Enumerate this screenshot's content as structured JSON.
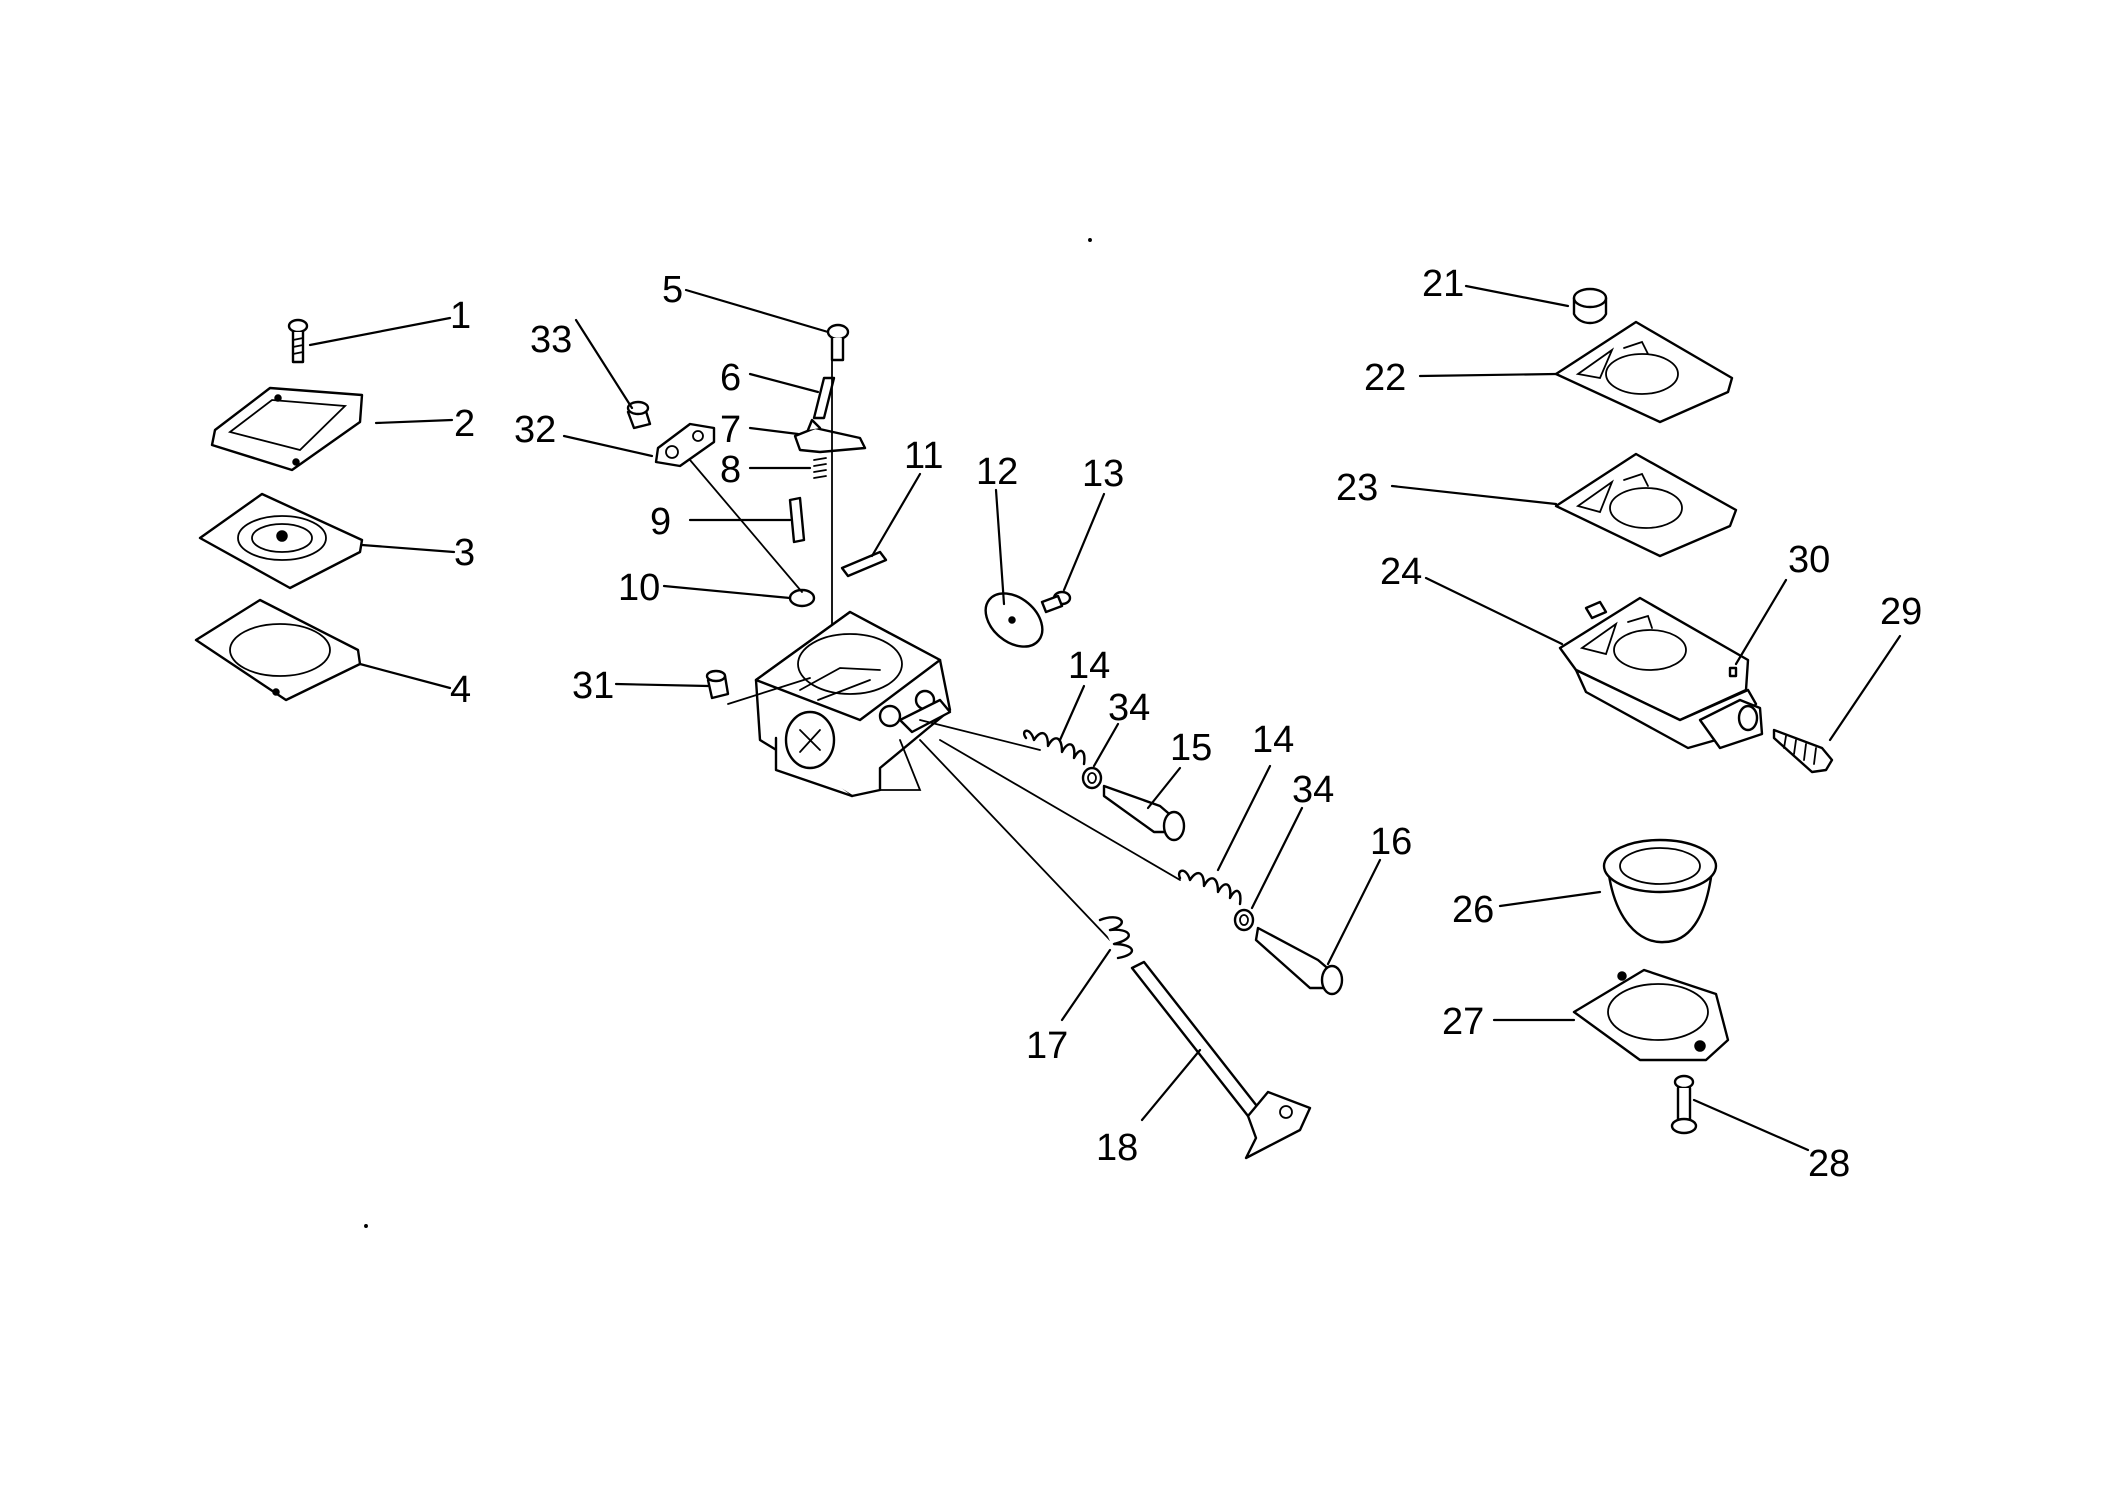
{
  "callouts": [
    "1",
    "2",
    "3",
    "4",
    "5",
    "6",
    "7",
    "8",
    "9",
    "10",
    "11",
    "12",
    "13",
    "14",
    "14",
    "15",
    "16",
    "17",
    "18",
    "21",
    "22",
    "23",
    "24",
    "26",
    "27",
    "28",
    "29",
    "30",
    "31",
    "32",
    "33",
    "34",
    "34"
  ],
  "colors": {
    "ink": "#000000",
    "paper": "#ffffff"
  }
}
